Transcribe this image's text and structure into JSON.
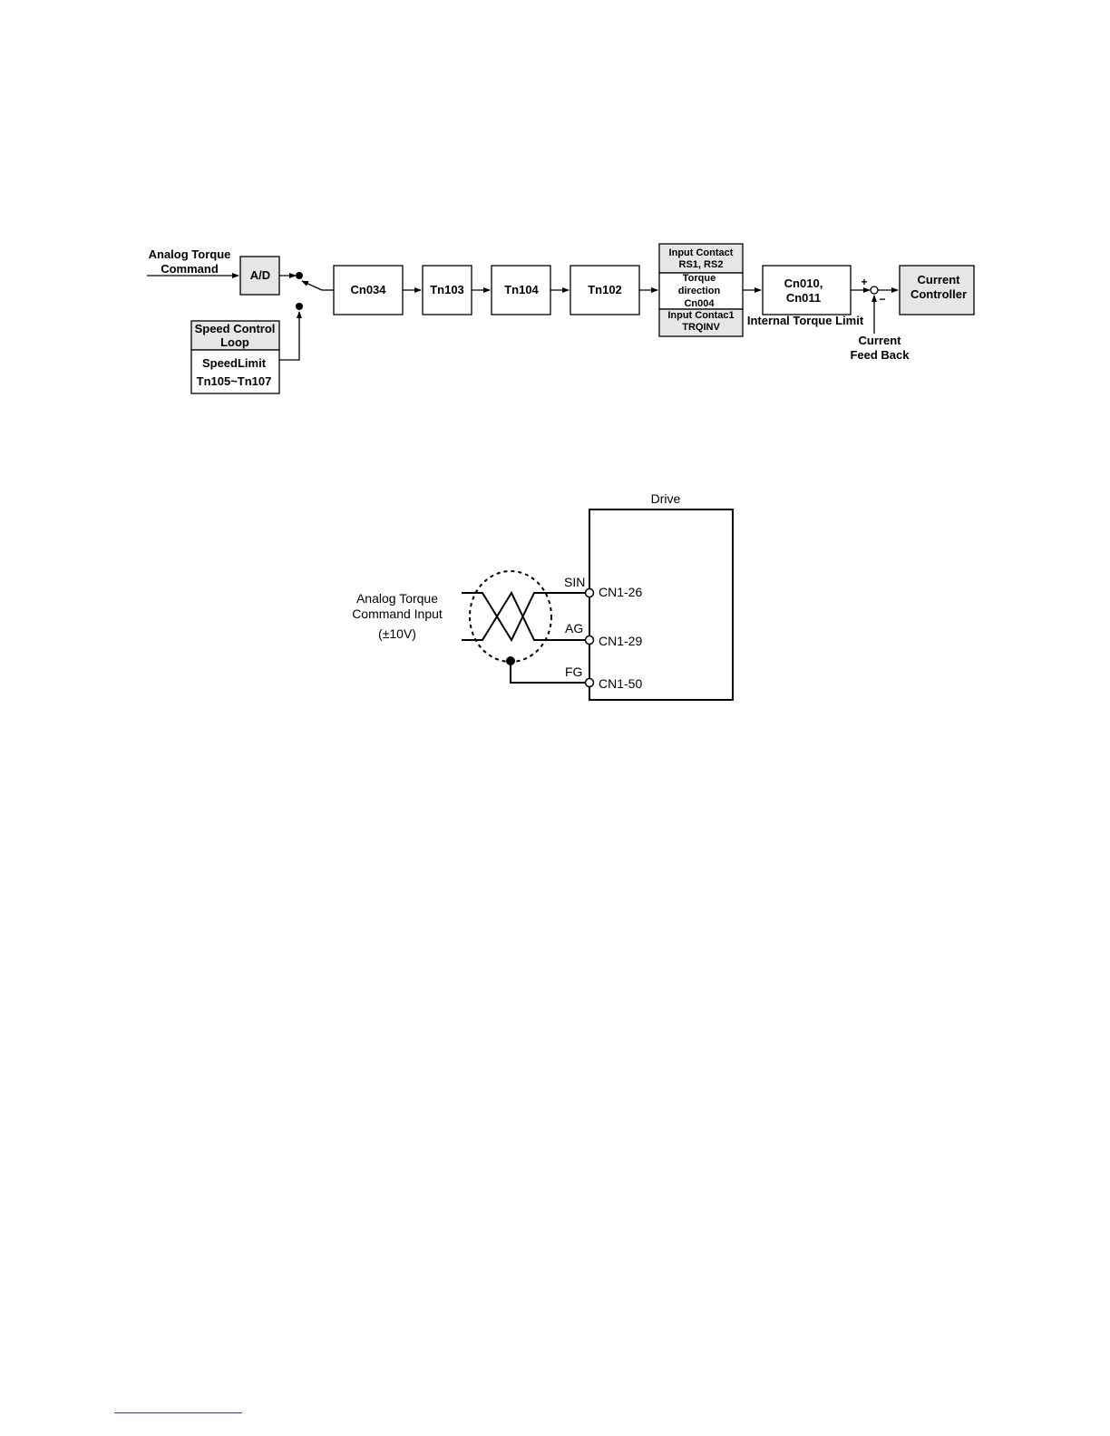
{
  "block_diagram": {
    "input_label_1": "Analog Torque",
    "input_label_2": "Command",
    "ad": "A/D",
    "speed_loop_1": "Speed Control",
    "speed_loop_2": "Loop",
    "speed_limit_1": "SpeedLimit",
    "speed_limit_2": "Tn105~Tn107",
    "cn034": "Cn034",
    "tn103": "Tn103",
    "tn104": "Tn104",
    "tn102": "Tn102",
    "input_contact_1": "Input Contact",
    "input_contact_2": "RS1, RS2",
    "torque_dir_1": "Torque",
    "torque_dir_2": "direction",
    "torque_dir_3": "Cn004",
    "input_contact1_1": "Input Contac1",
    "input_contact1_2": "TRQINV",
    "cn010": "Cn010,",
    "cn011": "Cn011",
    "internal_limit": "Internal Torque Limit",
    "plus": "+",
    "minus": "−",
    "feedback_1": "Current",
    "feedback_2": "Feed Back",
    "controller_1": "Current",
    "controller_2": "Controller"
  },
  "wiring_diagram": {
    "drive": "Drive",
    "input_1": "Analog Torque",
    "input_2": "Command Input",
    "input_3": "(±10V)",
    "sin": "SIN",
    "ag": "AG",
    "fg": "FG",
    "cn1_26": "CN1-26",
    "cn1_29": "CN1-29",
    "cn1_50": "CN1-50"
  }
}
